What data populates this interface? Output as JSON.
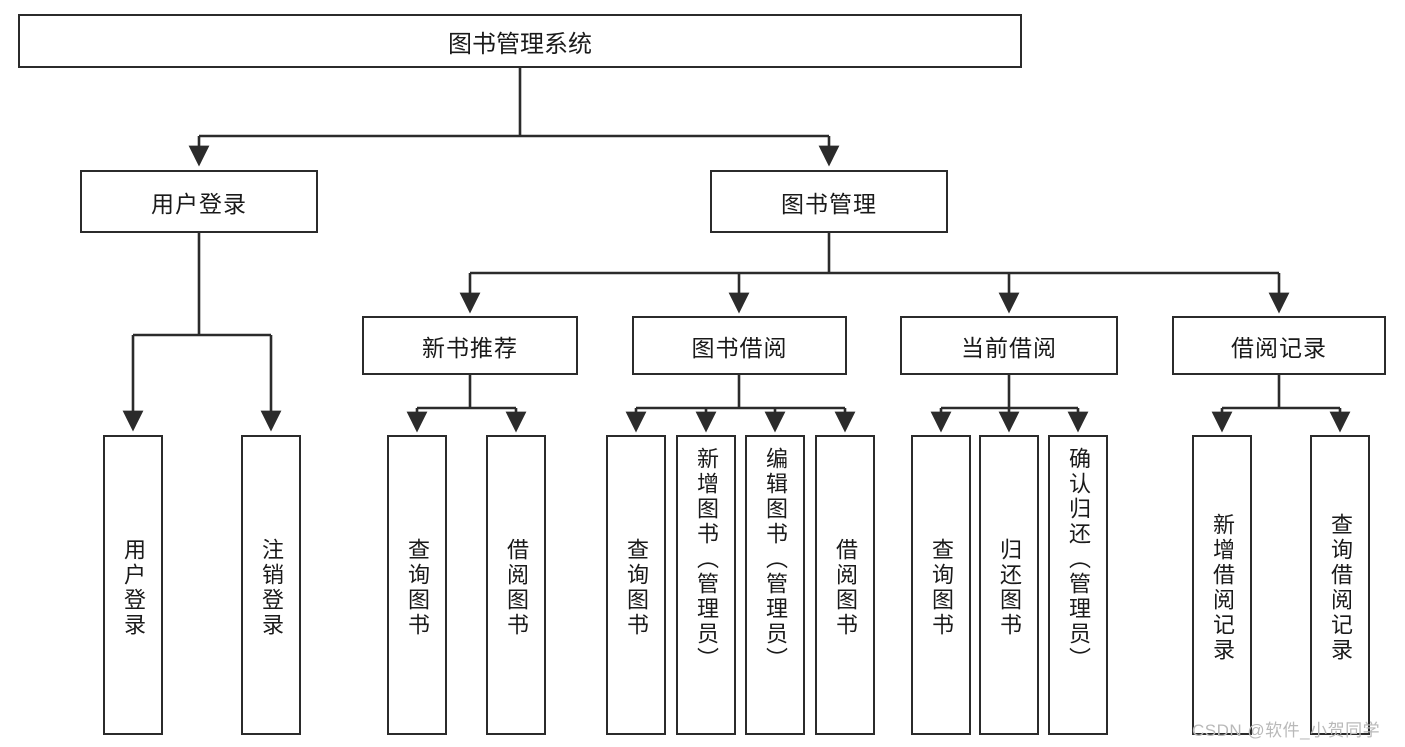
{
  "diagram": {
    "title": "图书管理系统",
    "watermark": "CSDN @软件_小贺同学",
    "nodes": {
      "root": {
        "label": "图书管理系统"
      },
      "level2": [
        {
          "label": "用户登录"
        },
        {
          "label": "图书管理"
        }
      ],
      "level3": [
        {
          "label": "新书推荐"
        },
        {
          "label": "图书借阅"
        },
        {
          "label": "当前借阅"
        },
        {
          "label": "借阅记录"
        }
      ],
      "leaves": {
        "user_login": [
          {
            "label": "用户登录"
          },
          {
            "label": "注销登录"
          }
        ],
        "new_book": [
          {
            "label": "查询图书"
          },
          {
            "label": "借阅图书"
          }
        ],
        "book_borrow": [
          {
            "label": "查询图书"
          },
          {
            "label": "新增图书（管理员）"
          },
          {
            "label": "编辑图书（管理员）"
          },
          {
            "label": "借阅图书"
          }
        ],
        "current_borrow": [
          {
            "label": "查询图书"
          },
          {
            "label": "归还图书"
          },
          {
            "label": "确认归还（管理员）"
          }
        ],
        "borrow_record": [
          {
            "label": "新增借阅记录"
          },
          {
            "label": "查询借阅记录"
          }
        ]
      }
    },
    "colors": {
      "stroke": "#2b2b2b",
      "background": "#ffffff",
      "text": "#1a1a1a",
      "watermark": "#b9b9b9"
    }
  }
}
